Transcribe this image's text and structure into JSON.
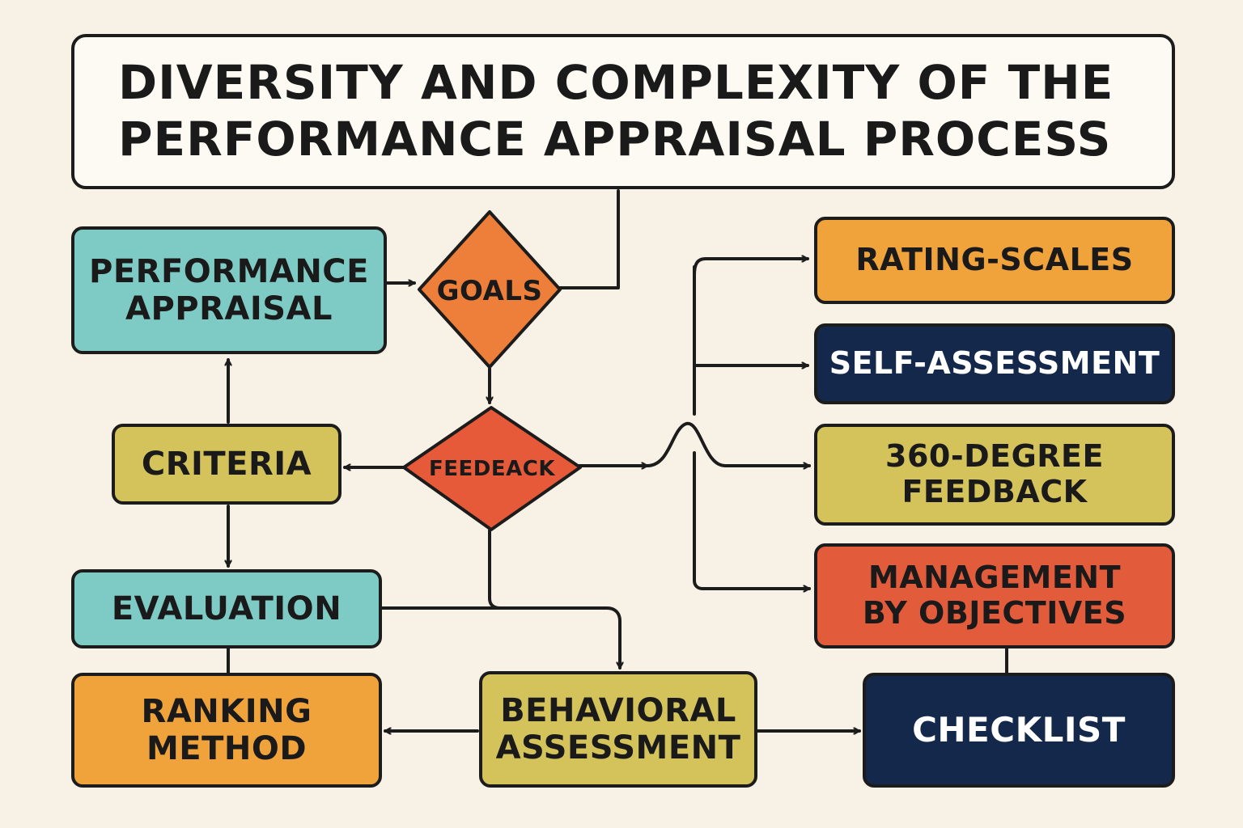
{
  "title": "DIVERSITY AND COMPLEXITY OF THE\nPERFORMANCE APPRAISAL PROCESS",
  "nodes": {
    "performance_appraisal": "PERFORMANCE\nAPPRAISAL",
    "goals": "GOALS",
    "criteria": "CRITERIA",
    "feedback": "FEEDEACK",
    "evaluation": "EVALUATION",
    "ranking_method": "RANKING\nMETHOD",
    "behavioral_assessment": "BEHAVIORAL\nASSESSMENT",
    "rating_scales": "RATING-SCALES",
    "self_assessment": "SELF-ASSESSMENT",
    "feedback_360": "360-DEGREE\nFEEDBACK",
    "mbo": "MANAGEMENT\nBY OBJECTIVES",
    "checklist": "CHECKLIST"
  },
  "colors": {
    "teal": "#7ecbc6",
    "olive": "#d4c25a",
    "orange": "#f0a23b",
    "navy": "#13284a",
    "red": "#e25c3c",
    "diamond_orange": "#ee7f3a",
    "diamond_red": "#e65a3a",
    "background": "#f8f1e5"
  }
}
